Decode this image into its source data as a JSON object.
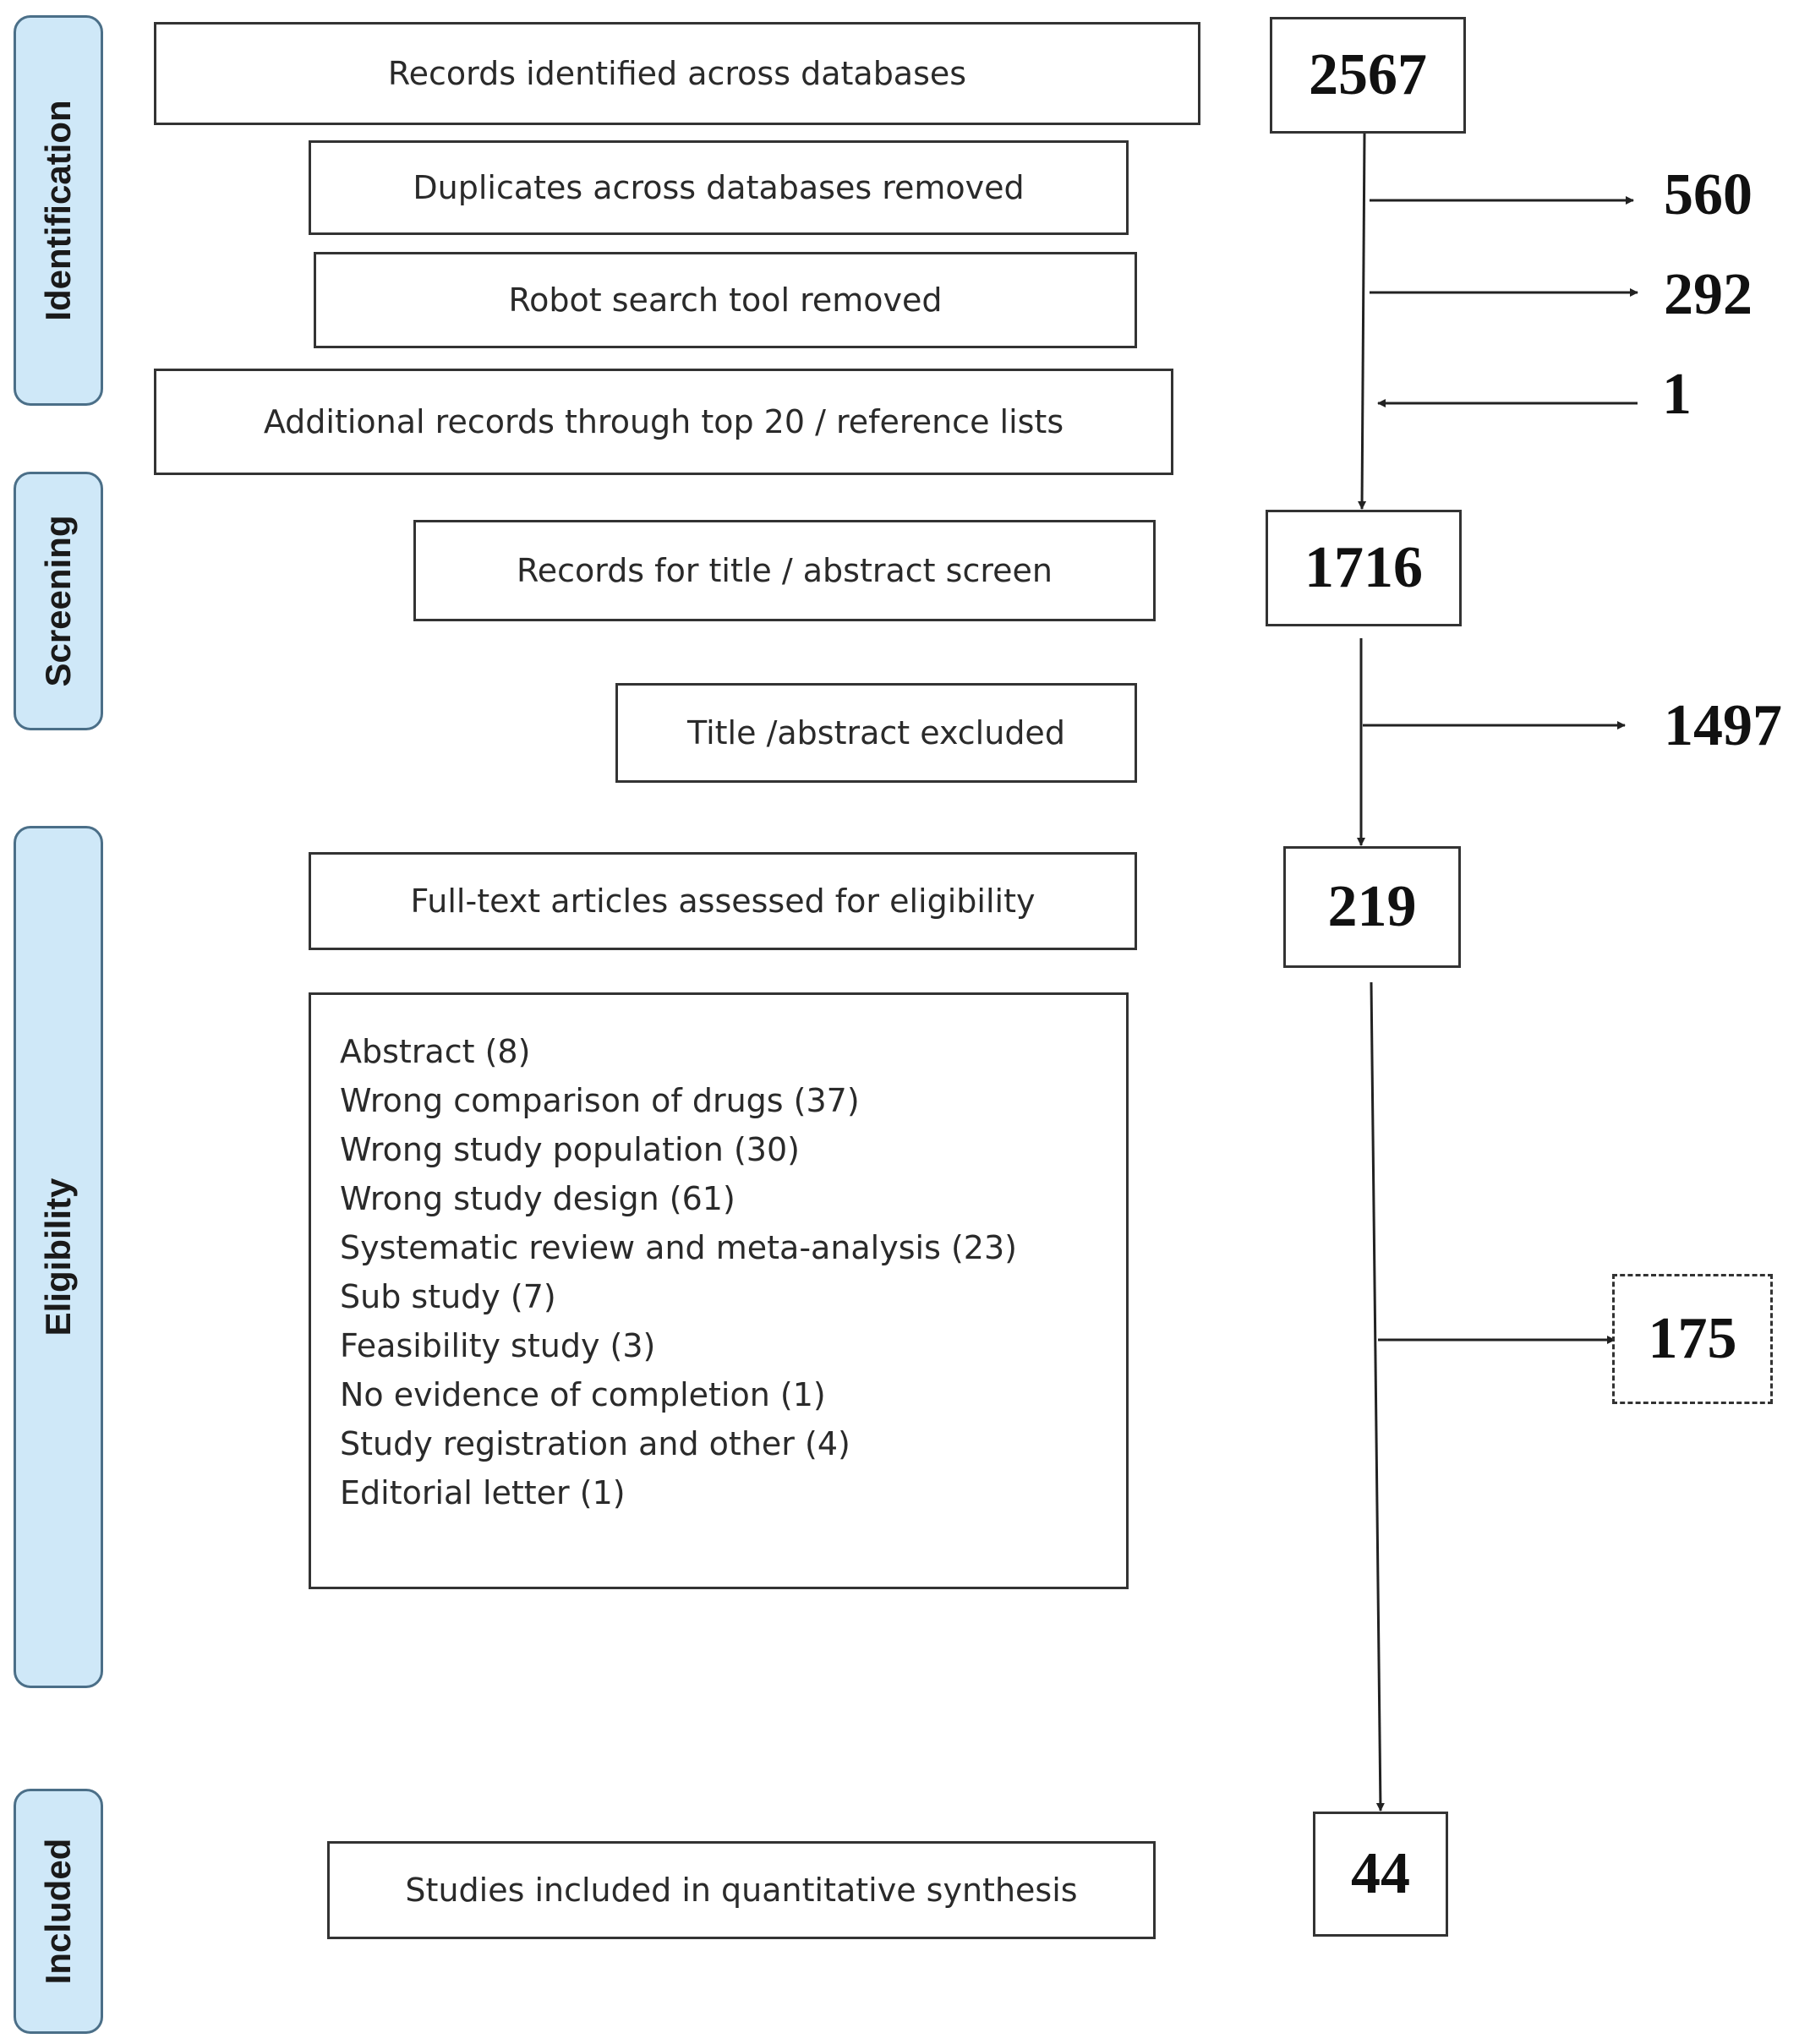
{
  "phases": {
    "identification": "Identification",
    "screening": "Screening",
    "eligibility": "Eligibility",
    "included": "Included"
  },
  "boxes": {
    "records_identified": "Records identified across databases",
    "duplicates_removed": "Duplicates across databases removed",
    "robot_removed": "Robot search tool removed",
    "additional_records": "Additional records through top 20 / reference lists",
    "title_abstract_screen": "Records for title / abstract screen",
    "title_abstract_excluded": "Title /abstract excluded",
    "full_text_assessed": "Full-text articles assessed for eligibility",
    "studies_included": "Studies included in quantitative synthesis"
  },
  "counts": {
    "identified": "2567",
    "duplicates": "560",
    "robot": "292",
    "additional": "1",
    "screened": "1716",
    "excluded_title_abstract": "1497",
    "full_text": "219",
    "full_text_excluded": "175",
    "included": "44"
  },
  "exclusion_reasons": [
    "Abstract (8)",
    "Wrong comparison of drugs (37)",
    "Wrong study population (30)",
    "Wrong study design (61)",
    "Systematic review and meta-analysis (23)",
    "Sub study (7)",
    "Feasibility study (3)",
    "No evidence of completion (1)",
    "Study registration and other (4)",
    "Editorial letter (1)"
  ]
}
